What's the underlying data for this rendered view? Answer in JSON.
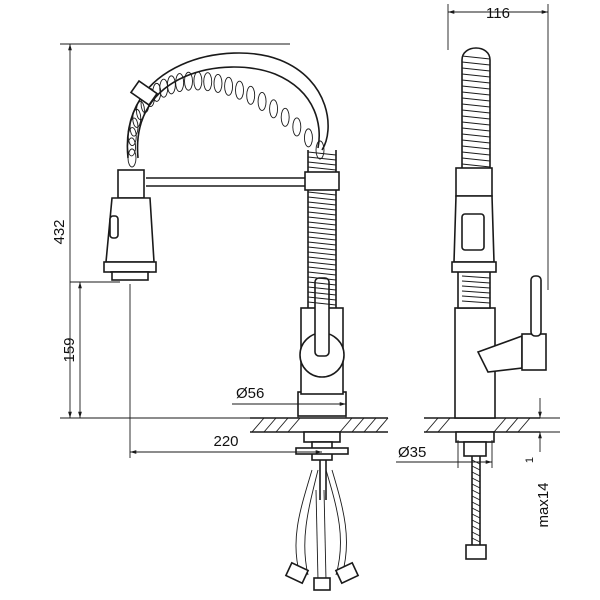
{
  "dimensions": {
    "total_height": "432",
    "spout_height": "159",
    "reach": "220",
    "base_diameter": "Ø56",
    "side_width": "116",
    "hole_diameter": "Ø35",
    "max_thickness": "max14",
    "thickness_min": "1"
  }
}
